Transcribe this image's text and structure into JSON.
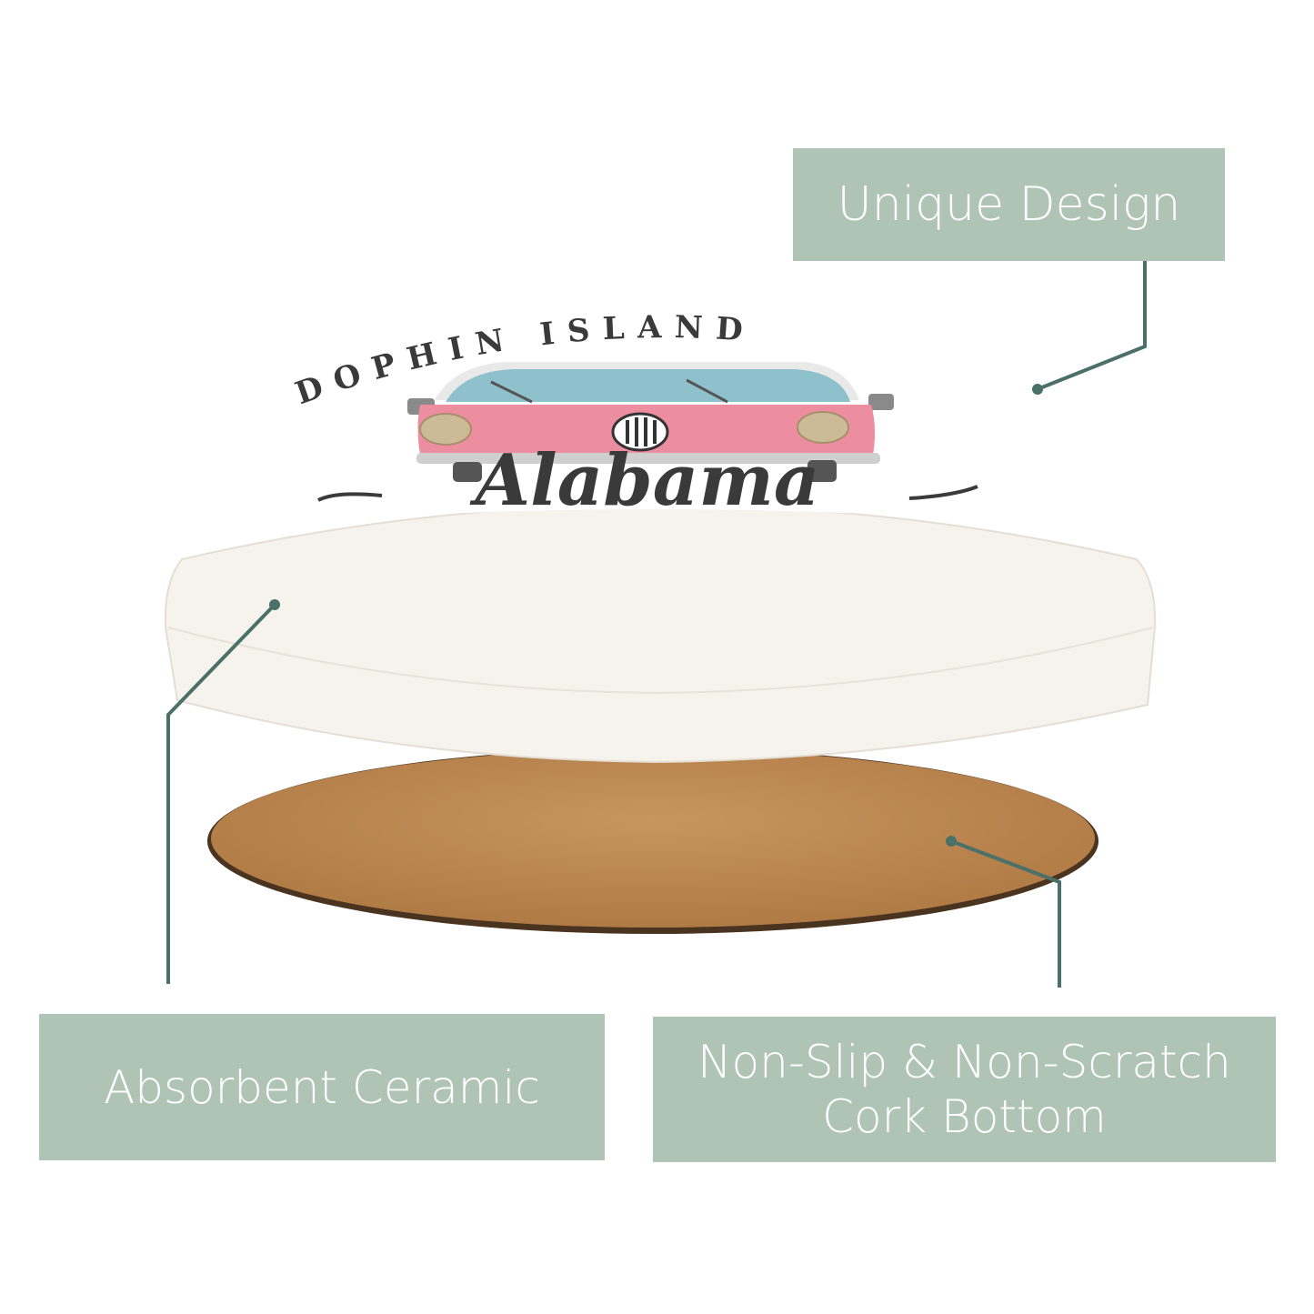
{
  "labels": {
    "unique_design": "Unique Design",
    "absorbent_ceramic": "Absorbent Ceramic",
    "cork_line1": "Non-Slip & Non-Scratch",
    "cork_line2": "Cork Bottom"
  },
  "design": {
    "arc_text": "DOPHIN ISLAND",
    "script_text": "Alabama"
  },
  "colors": {
    "label_bg": "#afc4b5",
    "leader_line": "#4a7068",
    "cork": "#c08b55",
    "ceramic": "#f6f2ec",
    "van_pink": "#ec8ea0",
    "van_glass": "#8fc1cc"
  }
}
